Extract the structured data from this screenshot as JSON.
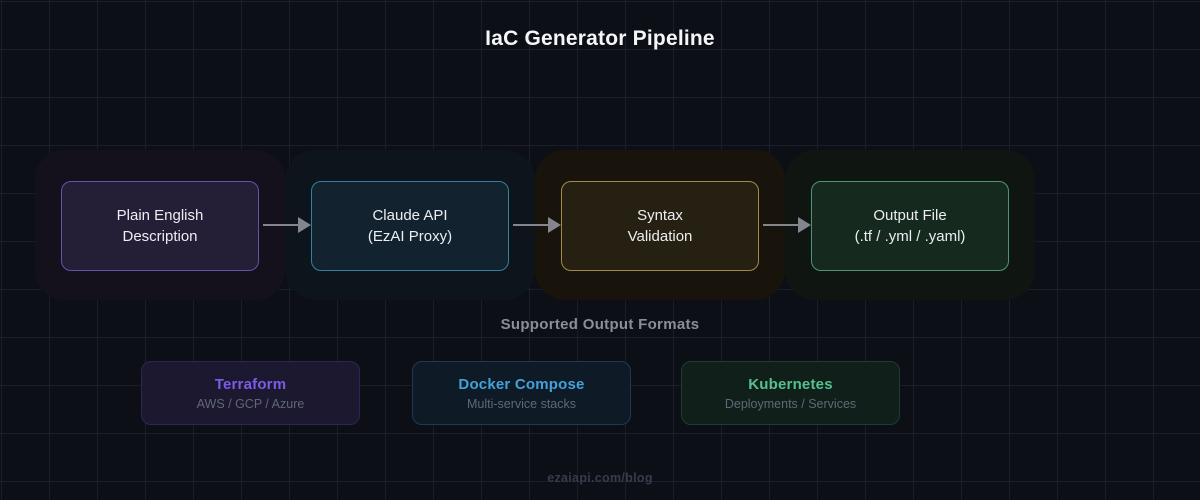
{
  "title": "IaC Generator Pipeline",
  "pipeline": {
    "steps": [
      {
        "line1": "Plain English",
        "line2": "Description",
        "accent": "#6a4fae",
        "fill": "#251e37"
      },
      {
        "line1": "Claude API",
        "line2": "(EzAI Proxy)",
        "accent": "#34809f",
        "fill": "#12222e"
      },
      {
        "line1": "Syntax",
        "line2": "Validation",
        "accent": "#a08a45",
        "fill": "#262012"
      },
      {
        "line1": "Output File",
        "line2": "(.tf / .yml / .yaml)",
        "accent": "#4f9474",
        "fill": "#15291e"
      }
    ],
    "arrow_color": "#85858d"
  },
  "formats": {
    "heading": "Supported Output Formats",
    "cards": [
      {
        "name": "Terraform",
        "subtitle": "AWS / GCP / Azure",
        "accent": "#7c5ce6"
      },
      {
        "name": "Docker Compose",
        "subtitle": "Multi-service stacks",
        "accent": "#45a0da"
      },
      {
        "name": "Kubernetes",
        "subtitle": "Deployments / Services",
        "accent": "#55c18f"
      }
    ]
  },
  "footer": {
    "url": "ezaiapi.com/blog"
  },
  "colors": {
    "background": "#0d0f17",
    "grid_line": "#1a1d2a",
    "title_text": "#f4f5f7",
    "heading_text": "#8b8e98",
    "subtitle_text": "#616775",
    "footer_text": "#383c4a"
  }
}
